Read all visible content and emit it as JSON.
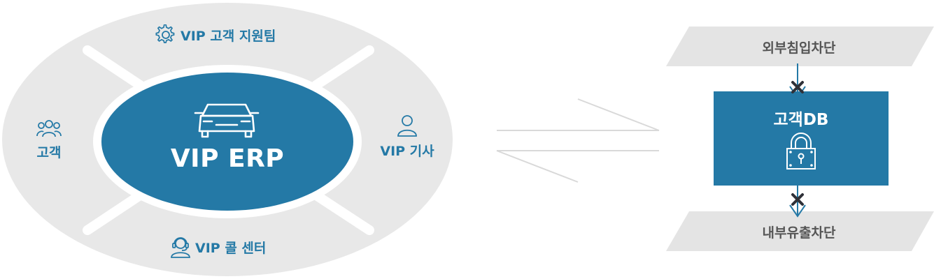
{
  "ring": {
    "top": {
      "label": "VIP 고객 지원팀",
      "icon": "gear-icon"
    },
    "left": {
      "label": "고객",
      "icon": "people-icon"
    },
    "right": {
      "label": "VIP 기사",
      "icon": "person-icon"
    },
    "bottom": {
      "label": "VIP 콜 센터",
      "icon": "headset-agent-icon"
    }
  },
  "center": {
    "label": "VIP ERP",
    "icon": "car-icon"
  },
  "database": {
    "label": "고객DB",
    "icon": "padlock-icon"
  },
  "bands": {
    "top": {
      "label": "외부침입차단"
    },
    "bottom": {
      "label": "내부유출차단"
    }
  },
  "colors": {
    "accent": "#2479a6",
    "ring": "#e8e8e8",
    "band": "#e4e4e4",
    "text_dark": "#555555",
    "blocked_mark": "#2f3138"
  }
}
